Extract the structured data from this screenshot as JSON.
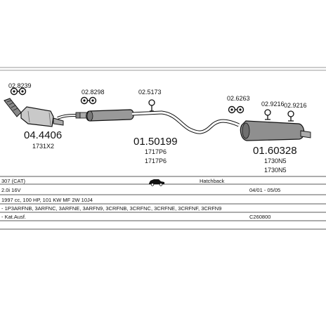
{
  "parts": {
    "front_pipe": {
      "part_number": "04.4406",
      "ref": "1731X2",
      "fitting": "02.8239"
    },
    "middle_silencer": {
      "part_number": "01.50199",
      "refs": [
        "1717P6",
        "1717P6"
      ],
      "fittings": [
        "02.8298",
        "02.5173"
      ]
    },
    "rear_silencer": {
      "part_number": "01.60328",
      "refs": [
        "1730N5",
        "1730N5"
      ],
      "fittings": [
        "02.6263",
        "02.9216",
        "02.9216"
      ]
    }
  },
  "table": {
    "rows": [
      {
        "left": "307 (CAT)",
        "middle": "Hatchback",
        "right": ""
      },
      {
        "left": "2.0i 16V",
        "middle": "",
        "right": "04/01 - 05/05"
      },
      {
        "left": "1997 cc, 100 HP, 101 KW MF 2W 10J4",
        "middle": "",
        "right": ""
      },
      {
        "left": "- 1P3ARFNB, 3ARFNC, 3ARFNE, 3ARFN9, 3CRFNB, 3CRFNC, 3CRFNE, 3CRFNF, 3CRFN9",
        "middle": "",
        "right": ""
      },
      {
        "left": "- Kat.Ausf.",
        "middle": "",
        "right": "C260800"
      }
    ]
  },
  "icons": {
    "car": "hatchback-car-icon"
  }
}
